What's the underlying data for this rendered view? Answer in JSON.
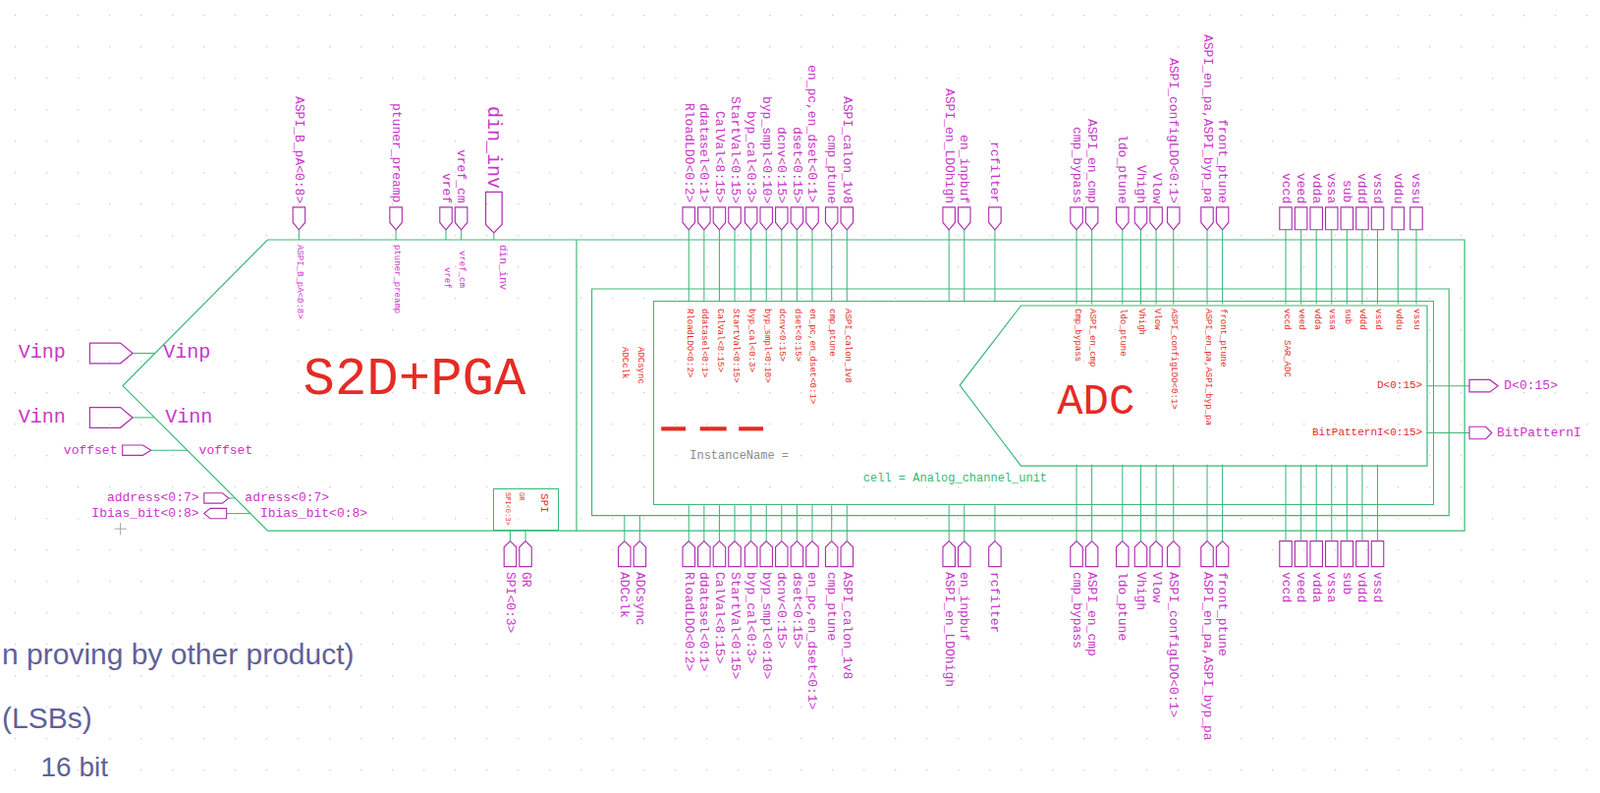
{
  "diagram": {
    "nodes": [
      {
        "text": [
          "S2D+PGA"
        ]
      },
      {
        "text": [
          "SPI"
        ],
        "in": 0
      },
      {
        "text": [
          "cell = Analog_channel_unit",
          "InstanceName ="
        ],
        "in": 0
      },
      {
        "text": [
          "ADC"
        ],
        "in": 2
      }
    ],
    "labels": [
      "ASPI_B_pA<0:8>",
      "ptuner_preamp",
      "vref",
      "vref_cm",
      "din_inv",
      "RloadLDO<0:2>",
      "ddatasel<0:1>",
      "CalVal<8:15>",
      "StartVal<0:15>",
      "byp_cal<0:3>",
      "byp_smpl<0:10>",
      "dcnv<0:15>",
      "dset<0:15>",
      "en_pc,en_dset<0:1>",
      "cmp_ptune",
      "ASPI_calon_1v8",
      "ASPI_en_LDOhigh",
      "en_inpbuf",
      "rcfilter",
      "cmp_bypass",
      "ASPI_en_cmp",
      "ldo_ptune",
      "Vhigh",
      "Vlow",
      "ASPI_configLDO<0:1>",
      "ASPI_en_pa,ASPI_byp_pa",
      "front_ptune",
      "vccd",
      "veed",
      "vdda",
      "vssa",
      "sub",
      "vddd",
      "vssd",
      "vddu",
      "vssu",
      "ASPI_B_pA<0:8>",
      "ptuner_preamp",
      "vref",
      "vref_cm",
      "din_inv",
      "Vinp",
      "Vinp",
      "Vinn",
      "Vinn",
      "voffset",
      "voffset",
      "address<0:7>",
      "adress<0:7>",
      "Ibias_bit<0:8>",
      "Ibias_bit<0:8>",
      "SPI<0:3>",
      "GR",
      "ADCclk",
      "ADCsync",
      "RloadLDO<0:2>",
      "ddatasel<0:1>",
      "CalVal<8:15>",
      "StartVal<0:15>",
      "byp_cal<0:3>",
      "byp_smpl<0:10>",
      "dcnv<0:15>",
      "dset<0:15>",
      "en_pc,en_dset<0:1>",
      "cmp_ptune",
      "ASPI_calon_1v8",
      "Cmp_bypass",
      "ASPI_en_cmp",
      "ldo_ptune",
      "Vhigh",
      "Vlow",
      "ASPI_configLDO<0:1>",
      "ASPI_en_pa,ASPI_byp_pa",
      "front_ptune",
      "vccd",
      "veed",
      "vdda",
      "vssa",
      "sub",
      "vddd",
      "vssd",
      "vddu",
      "vssu",
      "SAR_ADC",
      "D<0:15>",
      "BitPatternI<0:15>",
      "D<0:15>",
      "BitPatternI",
      "SPI<0:3>",
      "GR",
      "ADCclk",
      "ADCsync",
      "RloadLDO<0:2>",
      "ddatasel<0:1>",
      "CalVal<8:15>",
      "StartVal<0:15>",
      "byp_cal<0:3>",
      "byp_smpl<0:10>",
      "dcnv<0:15>",
      "dset<0:15>",
      "en_pc,en_dset<0:1>",
      "cmp_ptune",
      "ASPI_calon_1v8",
      "ASPI_en_LDOhigh",
      "en_inpbuf",
      "rcfilter",
      "cmp_bypass",
      "ASPI_en_cmp",
      "ldo_ptune",
      "Vhigh",
      "Vlow",
      "ASPI_configLDO<0:1>",
      "ASPI_en_pa,ASPI_byp_pa",
      "front_ptune",
      "vccd",
      "veed",
      "vdda",
      "vssa",
      "sub",
      "vddd",
      "vssd",
      "n proving by other product)",
      "(LSBs)",
      "16 bit"
    ]
  }
}
